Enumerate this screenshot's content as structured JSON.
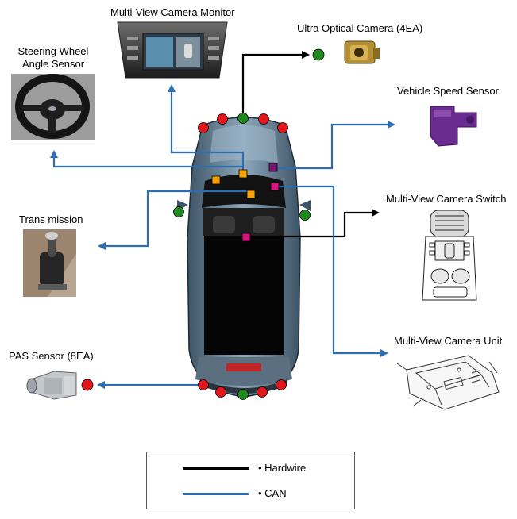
{
  "labels": {
    "monitor": "Multi-View Camera Monitor",
    "ultra_camera": "Ultra Optical Camera (4EA)",
    "steering_line1": "Steering Wheel",
    "steering_line2": "Angle Sensor",
    "speed_sensor": "Vehicle Speed Sensor",
    "camera_switch": "Multi-View Camera Switch",
    "transmission": "Trans mission",
    "camera_unit": "Multi-View Camera Unit",
    "pas_sensor": "PAS Sensor (8EA)"
  },
  "legend": {
    "items": [
      {
        "label": "• Hardwire",
        "color": "#000000"
      },
      {
        "label": "• CAN",
        "color": "#2f6db3"
      }
    ]
  },
  "colors": {
    "hardwire": "#000000",
    "can": "#2f6db3",
    "pas_marker": "#e3161b",
    "camera_marker": "#1e8a1e",
    "connector_orange": "#f5a300",
    "connector_magenta": "#d6137f",
    "connector_purple": "#7a1770"
  }
}
